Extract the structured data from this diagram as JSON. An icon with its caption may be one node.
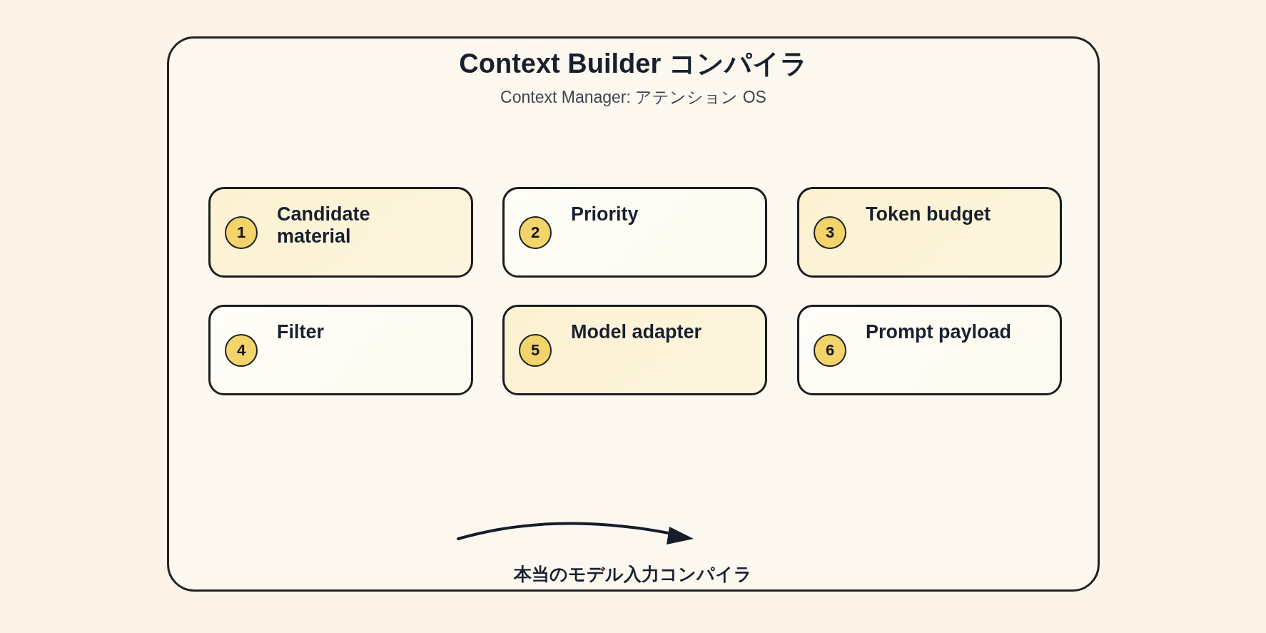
{
  "diagram": {
    "nodes": [
      {
        "text": [
          "Context Builder コンパイラ",
          "Context Manager: アテンション OS"
        ]
      },
      {
        "text": [
          "1",
          "Candidate material"
        ],
        "in": 0
      },
      {
        "text": [
          "2",
          "Priority"
        ],
        "in": 0
      },
      {
        "text": [
          "3",
          "Token budget"
        ],
        "in": 0
      },
      {
        "text": [
          "4",
          "Filter"
        ],
        "in": 0
      },
      {
        "text": [
          "5",
          "Model adapter"
        ],
        "in": 0
      },
      {
        "text": [
          "6",
          "Prompt payload"
        ],
        "in": 0
      }
    ],
    "labels": [
      "本当のモデル入力コンパイラ"
    ]
  }
}
